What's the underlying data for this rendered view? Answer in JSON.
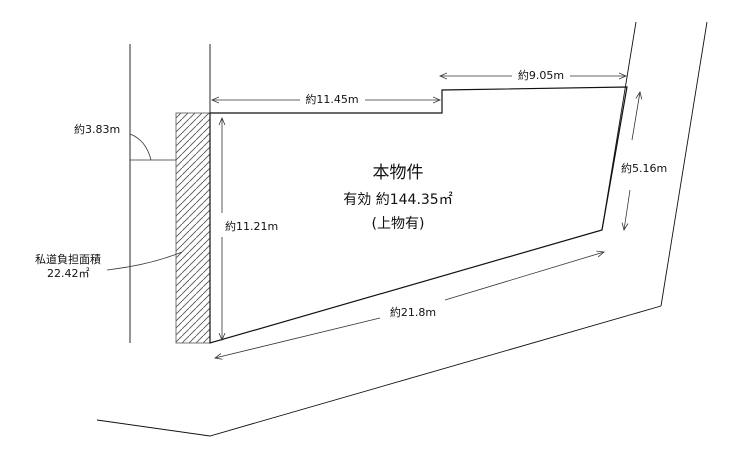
{
  "property": {
    "title": "本物件",
    "effective_area": "有効 約144.35㎡",
    "building_note": "(上物有)"
  },
  "dimensions": {
    "top_left": "約11.45m",
    "top_right": "約9.05m",
    "right_side": "約5.16m",
    "bottom": "約21.8m",
    "left_side": "約11.21m",
    "road_width": "約3.83m"
  },
  "private_road": {
    "label": "私道負担面積",
    "area": "22.42㎡"
  }
}
